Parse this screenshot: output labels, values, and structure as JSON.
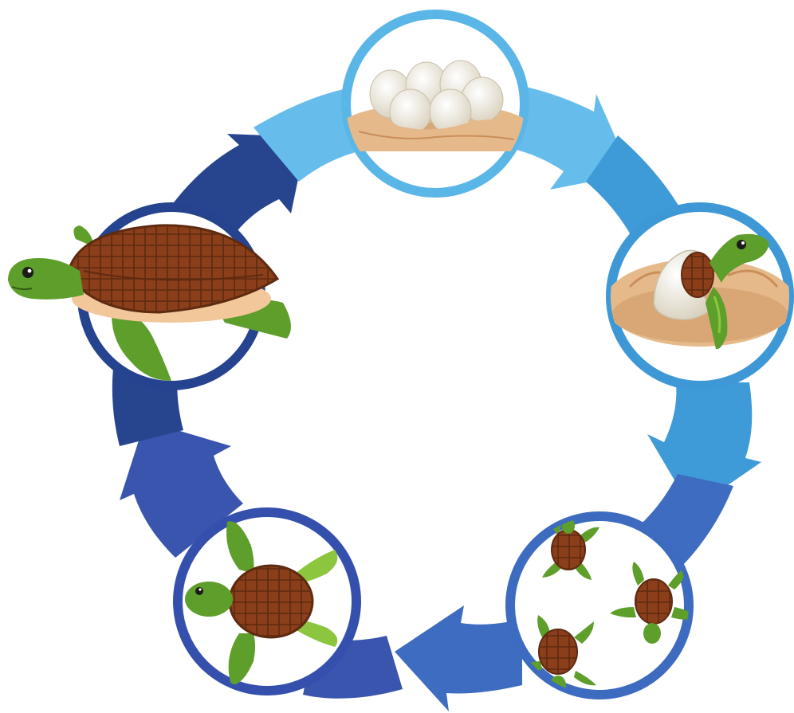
{
  "diagram": {
    "type": "life-cycle",
    "subject": "sea turtle",
    "direction": "clockwise",
    "stages": [
      {
        "id": "eggs",
        "icon": "turtle-eggs-in-nest-icon",
        "ring_color": "#5bb6e8"
      },
      {
        "id": "hatching",
        "icon": "hatching-turtle-icon",
        "ring_color": "#3f98d6"
      },
      {
        "id": "hatchlings",
        "icon": "baby-turtles-icon",
        "ring_color": "#3d6bbf"
      },
      {
        "id": "juvenile",
        "icon": "juvenile-turtle-icon",
        "ring_color": "#3550ac"
      },
      {
        "id": "adult",
        "icon": "adult-turtle-icon",
        "ring_color": "#26438f"
      }
    ],
    "arrow_colors": [
      "#66bdec",
      "#3f9ad8",
      "#3e6cc0",
      "#3a55ae",
      "#27458f"
    ],
    "colors": {
      "shell": "#8b3e1a",
      "shell_dark": "#5e2a10",
      "skin": "#5e9e2b",
      "skin_light": "#8cc63f",
      "egg": "#f2ede0",
      "sand": "#e6b98a"
    }
  }
}
